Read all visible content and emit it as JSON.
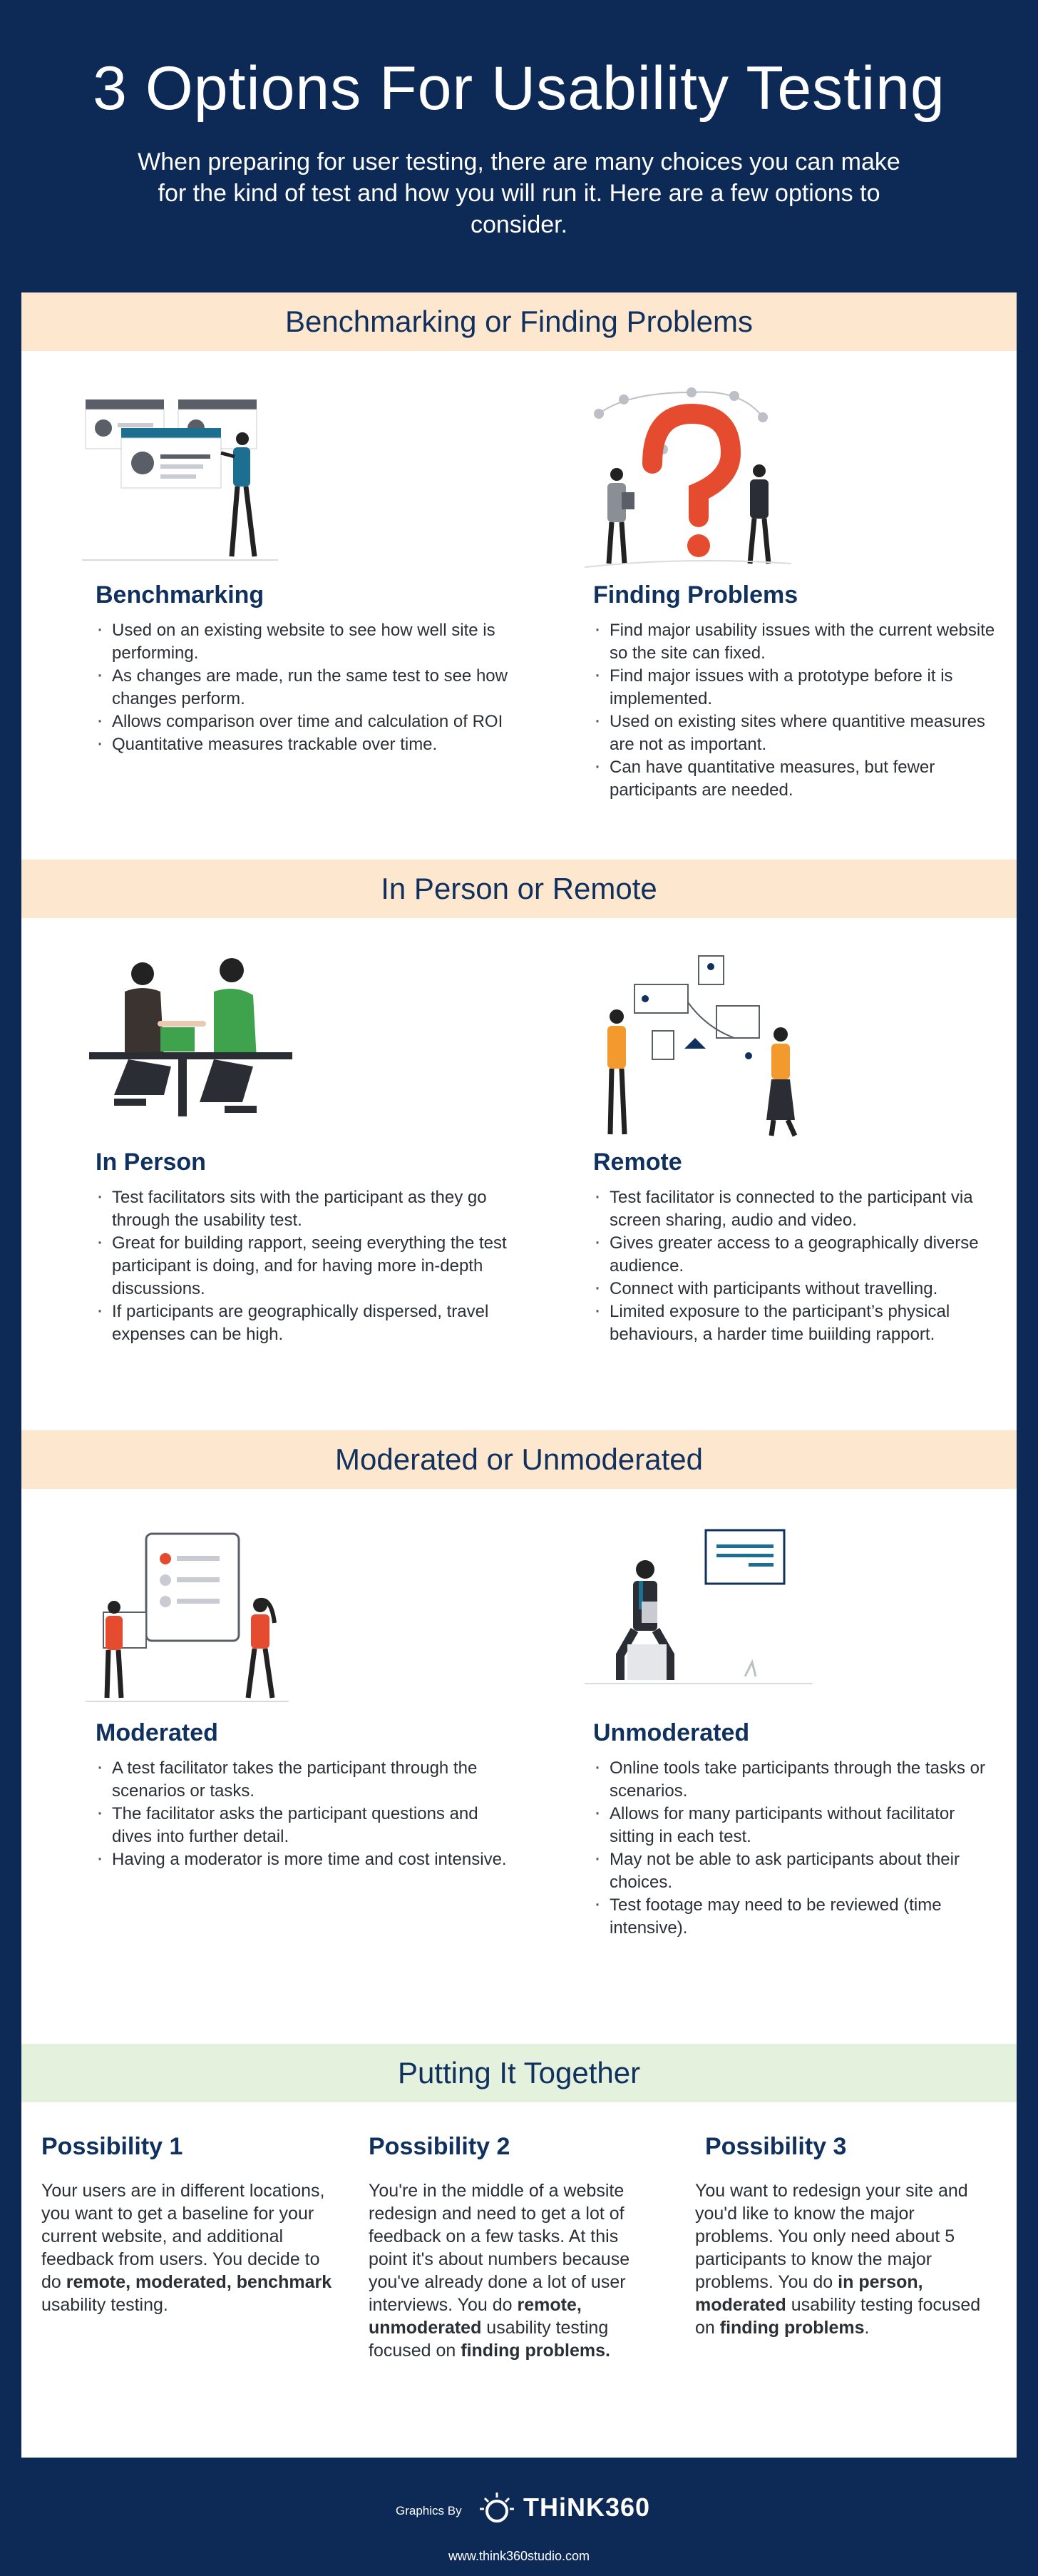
{
  "header": {
    "title": "3 Options For Usability Testing",
    "intro": "When preparing for user testing, there are many choices you can make for the kind of test and how you will run it. Here are a few options to consider."
  },
  "sections": [
    {
      "title": "Benchmarking or Finding Problems",
      "left": {
        "title": "Benchmarking",
        "icon": "web-dashboard-illustration",
        "bullets": [
          "Used on an existing website to see how well site is performing.",
          "As changes are made, run the same test to see how changes perform.",
          "Allows comparison over time and calculation of ROI",
          "Quantitative measures trackable over time."
        ]
      },
      "right": {
        "title": "Finding Problems",
        "icon": "question-mark-illustration",
        "bullets": [
          "Find major usability issues with the current website so the site can fixed.",
          "Find major issues with a prototype before it is implemented.",
          "Used on existing sites where quantitive measures are not as important.",
          "Can have quantitative measures, but fewer participants are needed."
        ]
      }
    },
    {
      "title": "In Person or Remote",
      "left": {
        "title": "In Person",
        "icon": "handshake-illustration",
        "bullets": [
          "Test facilitators sits with the participant as they go through the usability test.",
          "Great for building rapport, seeing everything the test participant is doing, and for having more in-depth discussions.",
          "If participants are geographically dispersed, travel expenses can be high."
        ]
      },
      "right": {
        "title": "Remote",
        "icon": "remote-connection-illustration",
        "bullets": [
          "Test facilitator is connected to the participant via screen sharing, audio and video.",
          "Gives greater access to a geographically diverse audience.",
          "Connect with participants without travelling.",
          "Limited exposure to the participant’s physical behaviours, a harder time buiilding rapport."
        ]
      }
    },
    {
      "title": "Moderated or Unmoderated",
      "left": {
        "title": "Moderated",
        "icon": "checklist-illustration",
        "bullets": [
          "A test facilitator takes the participant through the scenarios or tasks.",
          "The facilitator asks the participant questions and dives into further detail.",
          "Having a moderator is more time and cost intensive."
        ]
      },
      "right": {
        "title": "Unmoderated",
        "icon": "seated-tablet-illustration",
        "bullets": [
          "Online tools take participants through the tasks or scenarios.",
          "Allows for many participants without facilitator sitting in each test.",
          "May not be able to ask participants about their choices.",
          "Test footage may need to be reviewed (time intensive)."
        ]
      }
    }
  ],
  "together": {
    "title": "Putting It Together",
    "possibilities": [
      {
        "title": "Possibility 1",
        "parts": [
          {
            "text": "Your users are in different locations, you want to get a baseline for your current website, and additional feedback from users. You decide to do ",
            "bold": false
          },
          {
            "text": "remote, moderated, benchmark",
            "bold": true
          },
          {
            "text": " usability testing.",
            "bold": false
          }
        ]
      },
      {
        "title": "Possibility 2",
        "parts": [
          {
            "text": "You're in the middle of a website redesign and need to get a lot of feedback on a few tasks. At this point it's about numbers because you've already done a lot of user interviews. You do ",
            "bold": false
          },
          {
            "text": "remote, unmoderated",
            "bold": true
          },
          {
            "text": " usability testing focused on ",
            "bold": false
          },
          {
            "text": "finding problems.",
            "bold": true
          }
        ]
      },
      {
        "title": "Possibility 3",
        "parts": [
          {
            "text": "You want to redesign your site and you'd like to know the major problems. You only need about 5 participants to know the major problems. You do ",
            "bold": false
          },
          {
            "text": "in person, moderated",
            "bold": true
          },
          {
            "text": " usability testing focused on ",
            "bold": false
          },
          {
            "text": "finding problems",
            "bold": true
          },
          {
            "text": ".",
            "bold": false
          }
        ]
      }
    ]
  },
  "footer": {
    "graphics_by": "Graphics By",
    "logo_text": "THiNK360",
    "url": "www.think360studio.com"
  },
  "colors": {
    "background": "#0d2a57",
    "band_orange": "#fde7cf",
    "band_green": "#e4f1dd",
    "heading": "#10305e",
    "accent_teal": "#1d6f92",
    "accent_orange": "#f29a2e",
    "accent_red": "#e54b2e",
    "accent_green": "#3fa34d"
  }
}
